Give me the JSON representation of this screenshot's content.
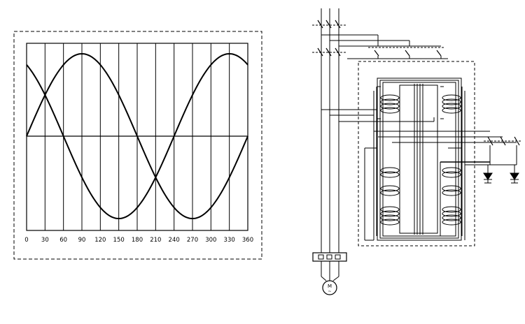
{
  "waveform": {
    "x_tick_labels": [
      "0",
      "30",
      "60",
      "90",
      "120",
      "150",
      "180",
      "210",
      "240",
      "270",
      "300",
      "330",
      "360"
    ],
    "curves": [
      {
        "id": "curve-a",
        "phase_deg": 0
      },
      {
        "id": "curve-b",
        "phase_deg": 120
      }
    ]
  },
  "circuit": {
    "motor_label": "M",
    "motor_sublabel": "~"
  }
}
